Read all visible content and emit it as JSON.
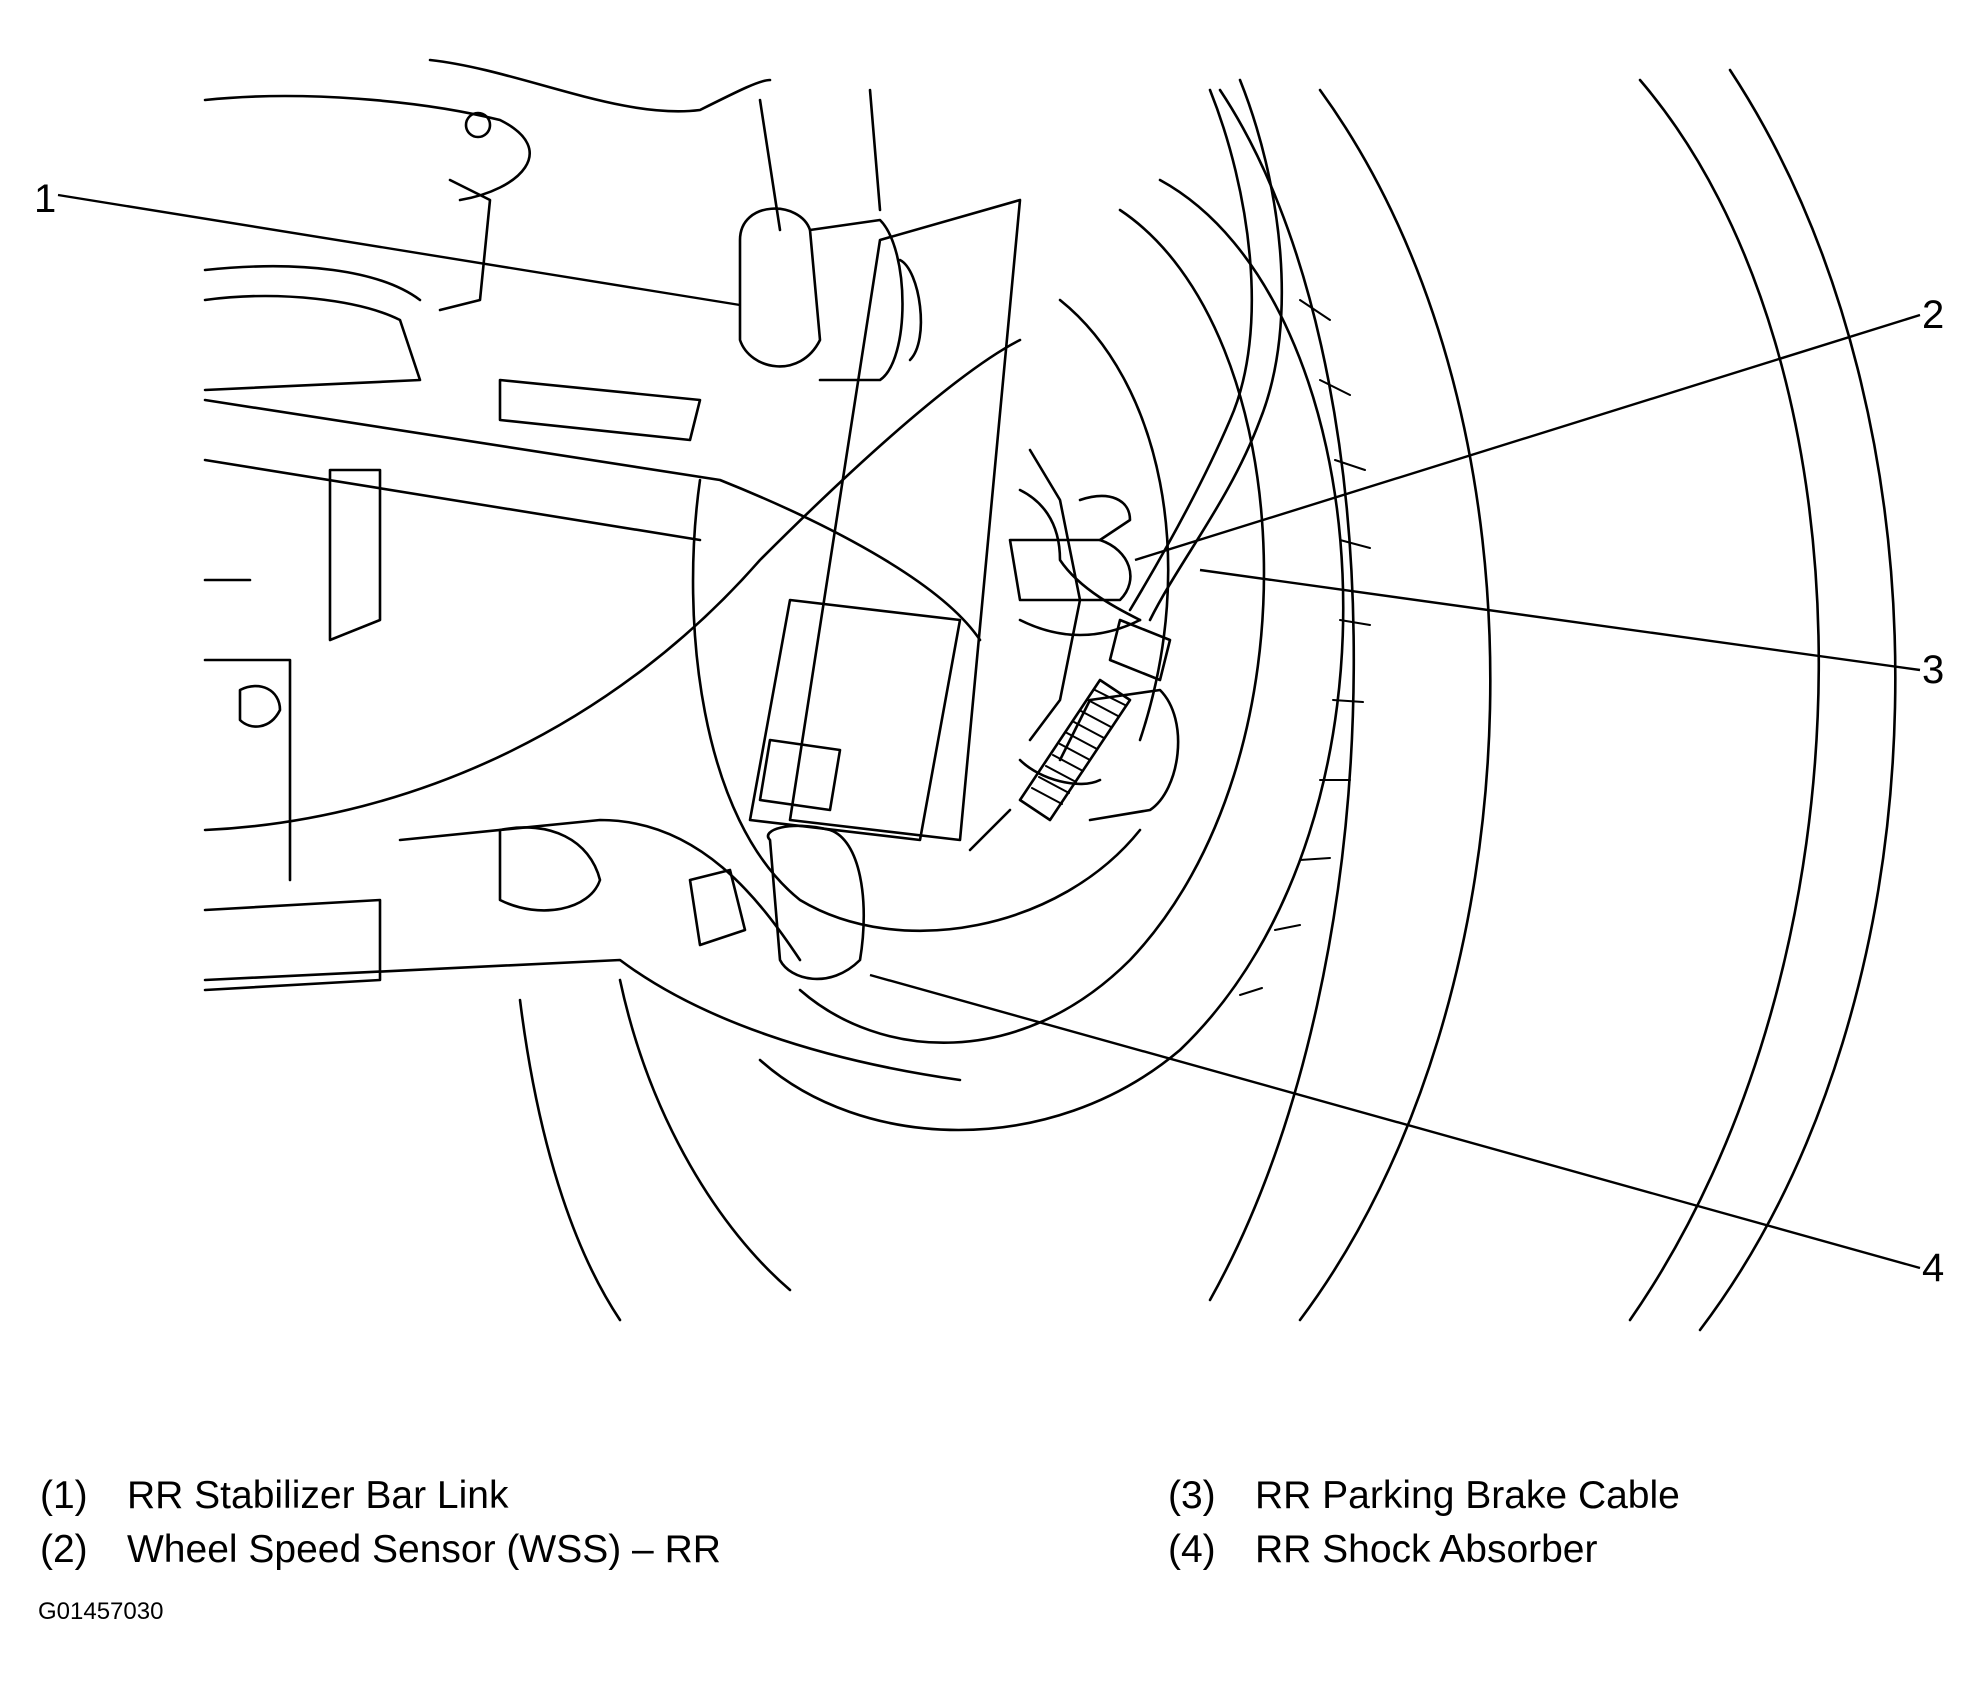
{
  "callouts": [
    {
      "number": "1"
    },
    {
      "number": "2"
    },
    {
      "number": "3"
    },
    {
      "number": "4"
    }
  ],
  "legend": [
    {
      "number": "(1)",
      "label": "RR Stabilizer Bar Link"
    },
    {
      "number": "(2)",
      "label": "Wheel Speed Sensor (WSS) – RR"
    },
    {
      "number": "(3)",
      "label": "RR Parking Brake Cable"
    },
    {
      "number": "(4)",
      "label": "RR Shock Absorber"
    }
  ],
  "figure_code": "G01457030"
}
